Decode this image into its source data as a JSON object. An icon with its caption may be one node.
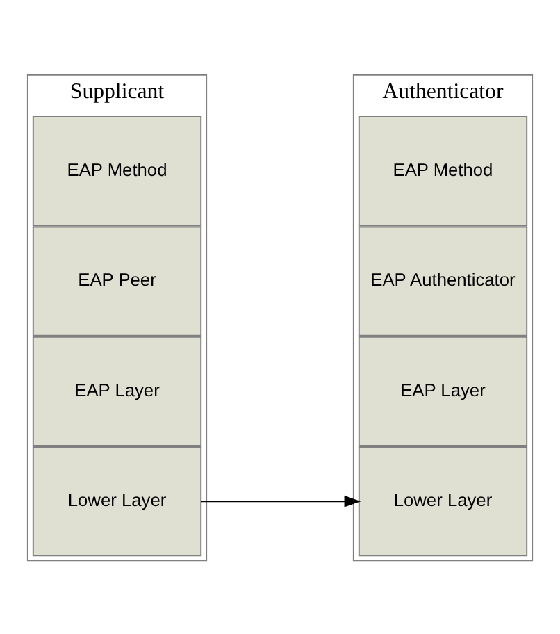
{
  "diagram": {
    "nodes": [
      {
        "text": [
          "Supplicant"
        ]
      },
      {
        "text": [
          "EAP Method"
        ],
        "in": 0
      },
      {
        "text": [
          "EAP Peer"
        ],
        "in": 0
      },
      {
        "text": [
          "EAP Layer"
        ],
        "in": 0
      },
      {
        "text": [
          "Lower Layer"
        ],
        "in": 0
      },
      {
        "text": [
          "Authenticator"
        ]
      },
      {
        "text": [
          "EAP Method"
        ],
        "in": 5
      },
      {
        "text": [
          "EAP Authenticator"
        ],
        "in": 5
      },
      {
        "text": [
          "EAP Layer"
        ],
        "in": 5
      },
      {
        "text": [
          "Lower Layer"
        ],
        "in": 5
      }
    ],
    "edges": [
      {
        "from": 4,
        "to": 9,
        "arrow": "to"
      }
    ]
  }
}
